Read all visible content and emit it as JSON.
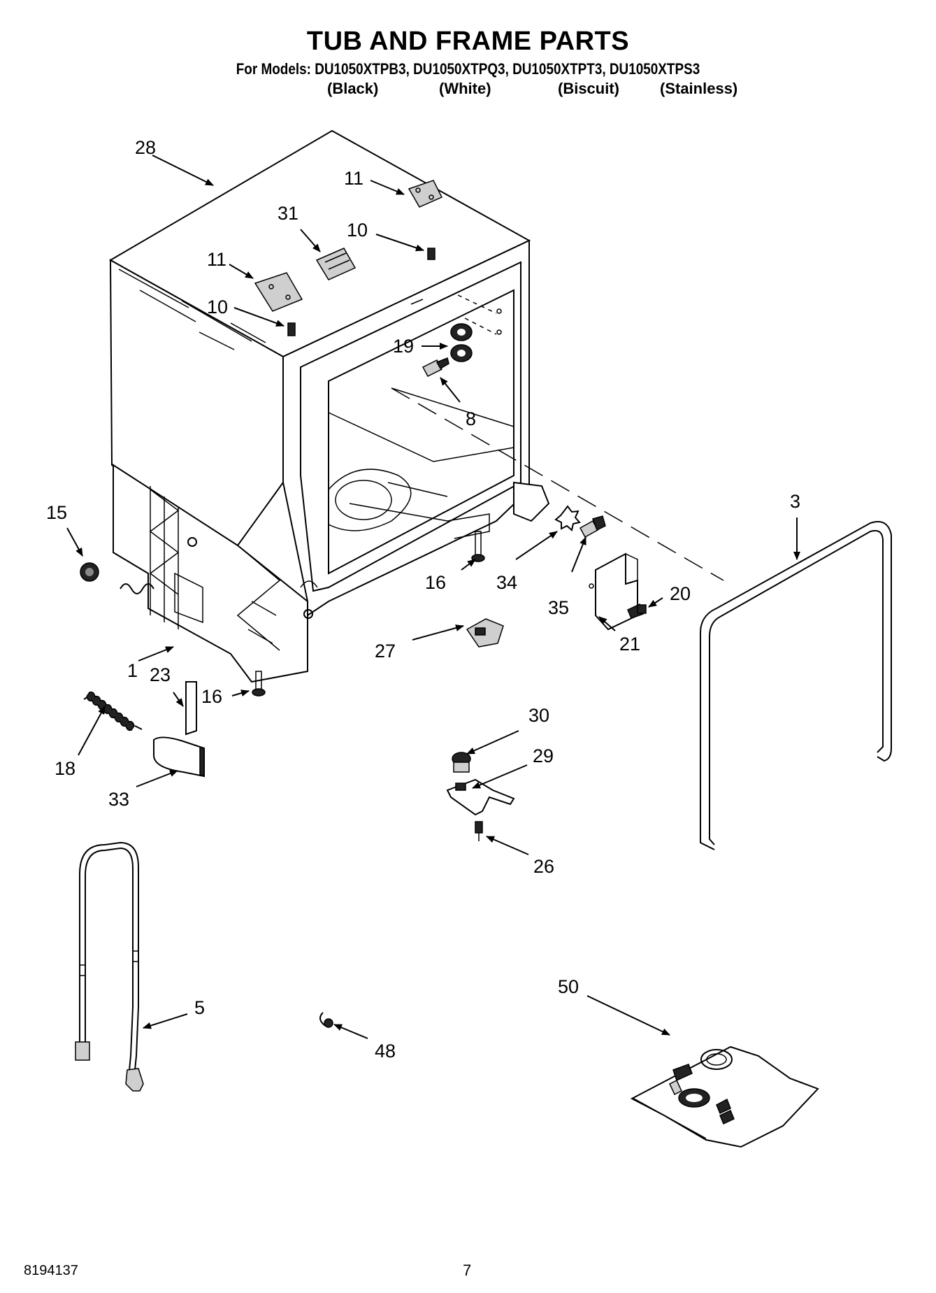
{
  "title": "TUB AND FRAME PARTS",
  "subtitle": "For Models: DU1050XTPB3, DU1050XTPQ3, DU1050XTPT3, DU1050XTPS3",
  "variants": [
    "(Black)",
    "(White)",
    "(Biscuit)",
    "(Stainless)"
  ],
  "footer": {
    "doc_number": "8194137",
    "page_number": "7"
  },
  "callouts": [
    "28",
    "11",
    "31",
    "10",
    "11",
    "10",
    "19",
    "8",
    "15",
    "3",
    "16",
    "34",
    "35",
    "20",
    "21",
    "27",
    "1",
    "23",
    "16",
    "18",
    "33",
    "30",
    "29",
    "26",
    "5",
    "48",
    "50"
  ]
}
